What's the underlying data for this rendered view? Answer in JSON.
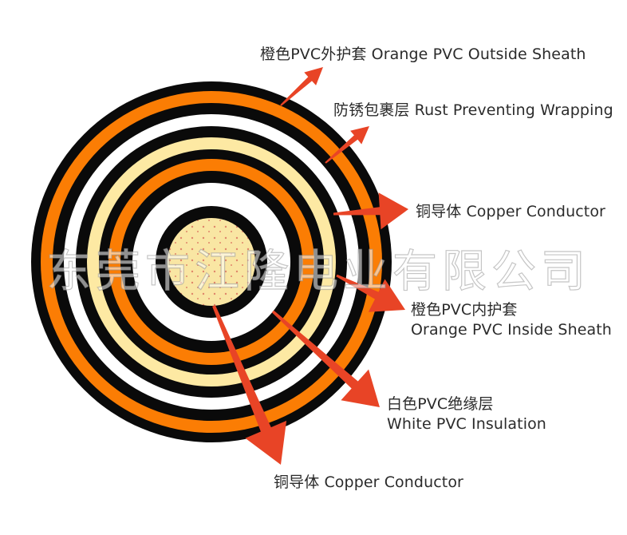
{
  "colors": {
    "black": "#0a0a0a",
    "orange": "#fb7d04",
    "cream": "#fde9a3",
    "white": "#ffffff",
    "core": "#f9e6a3",
    "dots": "#e0866a",
    "arrow": "#e84426"
  },
  "labels": {
    "outer_sheath": "橙色PVC外护套 Orange PVC Outside Sheath",
    "rust_wrap": "防锈包裹层 Rust Preventing Wrapping",
    "copper_right": "铜导体 Copper Conductor",
    "inner_sheath_cn": "橙色PVC内护套",
    "inner_sheath_en": "Orange PVC Inside Sheath",
    "insulation_cn": "白色PVC绝缘层",
    "insulation_en": "White PVC Insulation",
    "copper_bottom": "铜导体 Copper Conductor"
  },
  "watermark": "东莞市江隆电业有限公司"
}
